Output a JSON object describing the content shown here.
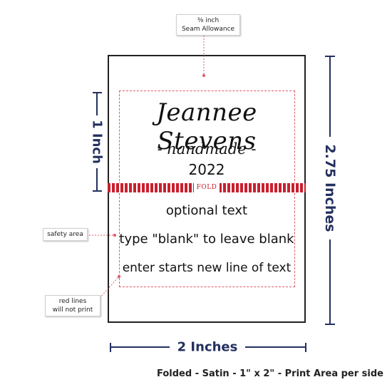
{
  "callouts": {
    "seam_allowance_fraction": "⅜ inch",
    "seam_allowance_label": "Seam Allowance",
    "safety_area": "safety area",
    "red_lines_1": "red lines",
    "red_lines_2": "will not print"
  },
  "label": {
    "name": "Jeannee Stevens",
    "tagline": "- handmade -",
    "year": "2022",
    "fold_text": "FOLD",
    "lines": [
      "optional text",
      "type \"blank\" to leave blank",
      "enter starts new line of text"
    ]
  },
  "dimensions": {
    "height_half": "1 Inch",
    "height_total": "2.75 Inches",
    "width": "2 Inches"
  },
  "caption": "Folded - Satin - 1\" x 2\" - Print Area per side",
  "colors": {
    "dimension_navy": "#23305f",
    "fold_red": "#c9202f",
    "guide_red": "#e05a66",
    "card_border": "#222222"
  }
}
